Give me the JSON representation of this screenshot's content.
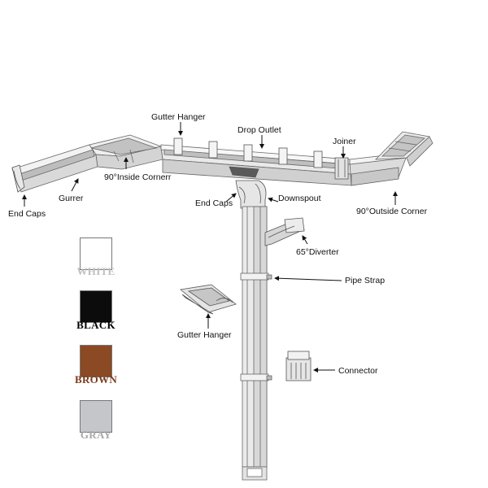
{
  "labels": {
    "gutter_hanger_top": "Gutter Hanger",
    "drop_outlet": "Drop Outlet",
    "joiner": "Joiner",
    "inside_corner": "90°Inside Cornerr",
    "gurrer": "Gurrer",
    "end_caps_left": "End Caps",
    "end_caps_center": "End Caps",
    "downspout": "Downspout",
    "outside_corner": "90°Outside Corner",
    "diverter": "65°Diverter",
    "pipe_strap": "Pipe Strap",
    "gutter_hanger_bottom": "Gutter Hanger",
    "connector": "Connector"
  },
  "swatches": [
    {
      "name": "WHITE",
      "color": "#ffffff",
      "label_color": "#c0c0c0"
    },
    {
      "name": "BLACK",
      "color": "#0c0c0c",
      "label_color": "#000000"
    },
    {
      "name": "BROWN",
      "color": "#8b4a24",
      "label_color": "#7a3a1a"
    },
    {
      "name": "GRAY",
      "color": "#c4c6ca",
      "label_color": "#a8a8a8"
    }
  ]
}
